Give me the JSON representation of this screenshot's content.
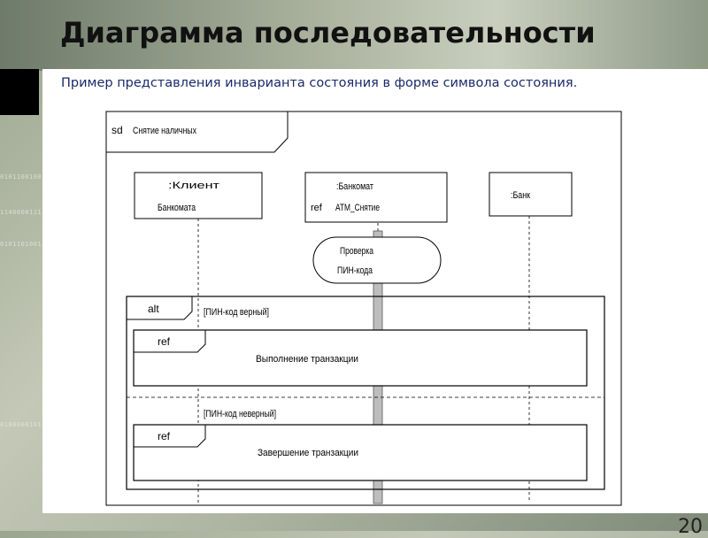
{
  "slide": {
    "title": "Диаграмма последовательности",
    "subtitle": "Пример представления инварианта состояния в форме символа состояния.",
    "page_number": "20",
    "binary_rows": [
      "0101100100",
      "1140000111",
      "0101101001",
      "0100000101"
    ]
  },
  "diagram": {
    "frame": {
      "keyword": "sd",
      "name": "Снятие наличных"
    },
    "lifelines": [
      {
        "line1": ":Клиент",
        "line2": "Банкомата",
        "ref_keyword": "",
        "ref_name": ""
      },
      {
        "line1": ":Банкомат",
        "line2": "",
        "ref_keyword": "ref",
        "ref_name": "АТМ_Снятие"
      },
      {
        "line1": ":Банк",
        "line2": "",
        "ref_keyword": "",
        "ref_name": ""
      }
    ],
    "state_invariant": {
      "line1": "Проверка",
      "line2": "ПИН-кода"
    },
    "alt_fragment": {
      "operator": "alt",
      "operands": [
        {
          "guard": "[ПИН-код верный]",
          "ref_keyword": "ref",
          "ref_name": "Выполнение транзакции"
        },
        {
          "guard": "[ПИН-код неверный]",
          "ref_keyword": "ref",
          "ref_name": "Завершение транзакции"
        }
      ]
    }
  }
}
